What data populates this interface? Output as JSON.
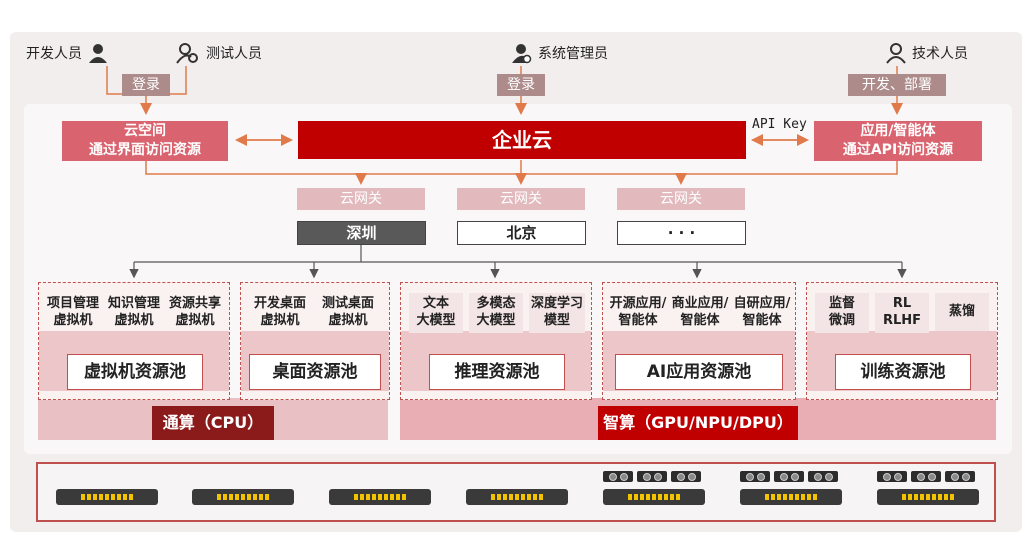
{
  "users": {
    "developer": "开发人员",
    "tester": "测试人员",
    "admin": "系统管理员",
    "tech": "技术人员"
  },
  "actions": {
    "login_dev": "登录",
    "login_admin": "登录",
    "deploy": "开发、部署"
  },
  "access": {
    "cloud_space_line1": "云空间",
    "cloud_space_line2": "通过界面访问资源",
    "enterprise_cloud": "企业云",
    "api_key": "API Key",
    "app_line1": "应用/智能体",
    "app_line2": "通过API访问资源"
  },
  "gateways": [
    "云网关",
    "云网关",
    "云网关"
  ],
  "regions": [
    "深圳",
    "北京",
    "· · ·"
  ],
  "groups": {
    "vm": {
      "items": [
        [
          "项目管理",
          "虚拟机"
        ],
        [
          "知识管理",
          "虚拟机"
        ],
        [
          "资源共享",
          "虚拟机"
        ]
      ],
      "pool": "虚拟机资源池"
    },
    "desktop": {
      "items": [
        [
          "开发桌面",
          "虚拟机"
        ],
        [
          "测试桌面",
          "虚拟机"
        ]
      ],
      "pool": "桌面资源池"
    },
    "inference": {
      "items": [
        [
          "文本",
          "大模型"
        ],
        [
          "多模态",
          "大模型"
        ],
        [
          "深度学习",
          "模型"
        ]
      ],
      "pool": "推理资源池"
    },
    "ai_app": {
      "items": [
        [
          "开源应用/",
          "智能体"
        ],
        [
          "商业应用/",
          "智能体"
        ],
        [
          "自研应用/",
          "智能体"
        ]
      ],
      "pool": "AI应用资源池"
    },
    "training": {
      "items": [
        [
          "监督",
          "微调"
        ],
        [
          "RL",
          "RLHF"
        ],
        [
          "蒸馏",
          ""
        ]
      ],
      "pool": "训练资源池"
    }
  },
  "compute": {
    "general": "通算（CPU）",
    "intelligent": "智算（GPU/NPU/DPU）"
  },
  "colors": {
    "cloud": "#c00000",
    "pink": "#d9636e",
    "tag": "#ad8b8b",
    "gateway": "#e2b9bd",
    "general_btn": "#8b1a1a",
    "ai_btn": "#c00000",
    "line": "#e07a4a"
  }
}
